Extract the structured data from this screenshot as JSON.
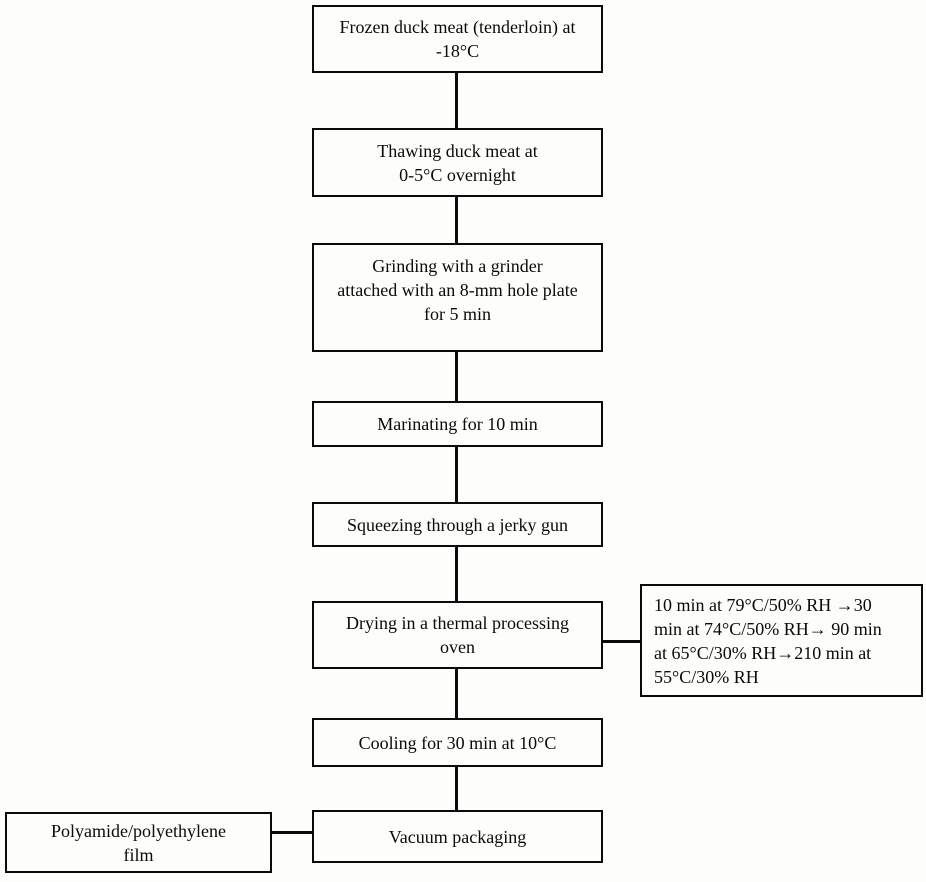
{
  "diagram": {
    "type": "flowchart",
    "colors": {
      "border": "#0a0a0a",
      "background": "#fdfdfb",
      "text": "#0a0a0a"
    },
    "nodes": {
      "frozen_meat": {
        "lines": [
          "Frozen duck meat (tenderloin) at",
          "-18°C"
        ]
      },
      "thawing": {
        "lines": [
          "Thawing duck meat at",
          "0-5°C overnight"
        ]
      },
      "grinding": {
        "lines": [
          "Grinding with a grinder",
          "attached with an 8-mm hole plate",
          "for 5 min"
        ]
      },
      "marinating": {
        "lines": [
          "Marinating for 10 min"
        ]
      },
      "squeezing": {
        "lines": [
          "Squeezing through a jerky gun"
        ]
      },
      "drying": {
        "lines": [
          "Drying in a thermal processing",
          "oven"
        ]
      },
      "drying_schedule": {
        "lines": [
          "10 min at 79°C/50% RH →30",
          "min at 74°C/50% RH→ 90 min",
          "at 65°C/30% RH→210 min at",
          "55°C/30% RH"
        ]
      },
      "cooling": {
        "lines": [
          "Cooling for 30 min at 10°C"
        ]
      },
      "vacuum_packaging": {
        "lines": [
          "Vacuum packaging"
        ]
      },
      "film": {
        "lines": [
          "Polyamide/polyethylene",
          "film"
        ]
      }
    },
    "edges": [
      {
        "from": "frozen_meat",
        "to": "thawing"
      },
      {
        "from": "thawing",
        "to": "grinding"
      },
      {
        "from": "grinding",
        "to": "marinating"
      },
      {
        "from": "marinating",
        "to": "squeezing"
      },
      {
        "from": "squeezing",
        "to": "drying"
      },
      {
        "from": "drying",
        "to": "drying_schedule"
      },
      {
        "from": "drying",
        "to": "cooling"
      },
      {
        "from": "cooling",
        "to": "vacuum_packaging"
      },
      {
        "from": "film",
        "to": "vacuum_packaging"
      }
    ]
  }
}
